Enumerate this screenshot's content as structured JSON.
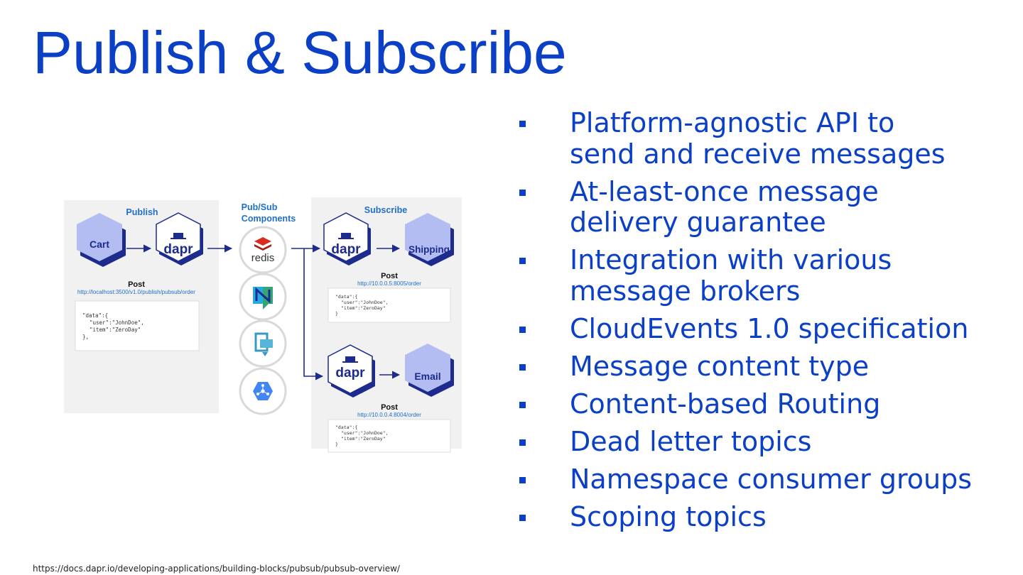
{
  "slide": {
    "title": "Publish & Subscribe",
    "source_url": "https://docs.dapr.io/developing-applications/building-blocks/pubsub/pubsub-overview/"
  },
  "bullets": [
    [
      "Platform-agnostic API to",
      "send and receive messages"
    ],
    [
      "At-least-once message",
      "delivery guarantee"
    ],
    [
      "Integration with various",
      "message brokers"
    ],
    [
      "CloudEvents 1.0 specification"
    ],
    [
      "Message content type"
    ],
    [
      "Content-based Routing"
    ],
    [
      "Dead letter topics"
    ],
    [
      "Namespace consumer groups"
    ],
    [
      "Scoping topics"
    ]
  ],
  "diagram": {
    "publish_label": "Publish",
    "components_label": [
      "Pub/Sub",
      "Components"
    ],
    "subscribe_label": "Subscribe",
    "cart_label": "Cart",
    "dapr_label": "dapr",
    "redis_label": "redis",
    "shipping_label": "Shipping",
    "email_label": "Email",
    "post_label": "Post",
    "publish_url": "http://localhost:3500/v1.0/publish/pubsub/order",
    "shipping_url": "http://10.0.0.5:8005/order",
    "email_url": "http://10.0.0.4:8004/order",
    "payload_lines": [
      "\"data\":{",
      "\"user\":\"JohnDoe\",",
      "\"item\":\"ZeroDay\"",
      "},"
    ],
    "payload_lines_short": [
      "\"data\":{",
      "\"user\":\"JohnDoe\",",
      "\"item\":\"ZeroDay\"",
      "}"
    ]
  },
  "colors": {
    "title": "#0b3fc6",
    "diagram_blue": "#1c2b8c",
    "hex_fill": "#b3bdf2",
    "url_blue": "#1f6fc9",
    "panel_bg": "#f1f1f1"
  },
  "icons": [
    "cart-hexagon",
    "dapr-logo",
    "redis-logo",
    "nats-logo",
    "azure-service-bus-logo",
    "gcp-pubsub-logo"
  ]
}
